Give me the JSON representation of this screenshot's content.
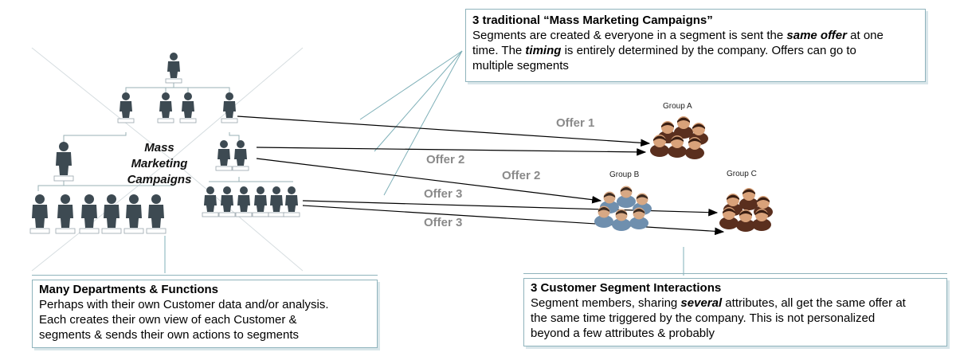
{
  "org_chart": {
    "label_lines": [
      "Mass",
      "Marketing",
      "Campaigns"
    ]
  },
  "groups": {
    "a": "Group A",
    "b": "Group B",
    "c": "Group C"
  },
  "offers": {
    "offer1": "Offer 1",
    "offer2_a": "Offer 2",
    "offer2_b": "Offer 2",
    "offer3_a": "Offer 3",
    "offer3_b": "Offer 3"
  },
  "callouts": {
    "mass_campaigns": {
      "title": "3 traditional “Mass Marketing Campaigns”",
      "line1_pre": "Segments are created & everyone in a segment is sent the ",
      "line1_em": "same offer",
      "line1_post": " at one",
      "line2_pre": "time. The ",
      "line2_em": "timing",
      "line2_post": " is entirely determined by the company. Offers can go to",
      "line3": "multiple segments"
    },
    "departments": {
      "title": "Many Departments & Functions",
      "lines": [
        "Perhaps with their own Customer data and/or analysis.",
        "Each creates their own view of each Customer &",
        "segments & sends their own actions to segments"
      ]
    },
    "segment_interactions": {
      "title": "3 Customer Segment Interactions",
      "line1_pre": "Segment members, sharing ",
      "line1_em": "several",
      "line1_post": " attributes, all get the same offer at",
      "line2": "the same time triggered by the company. This is not personalized",
      "line3": "beyond a few attributes & probably"
    }
  },
  "colors": {
    "person": "#3d4a52",
    "box": "#ffffff",
    "connector": "#9ab0b6",
    "arrow": "#000000",
    "callout_border": "#8fb3bc",
    "group_ac": "#6b3d2a",
    "group_b": "#5a7f9c"
  }
}
